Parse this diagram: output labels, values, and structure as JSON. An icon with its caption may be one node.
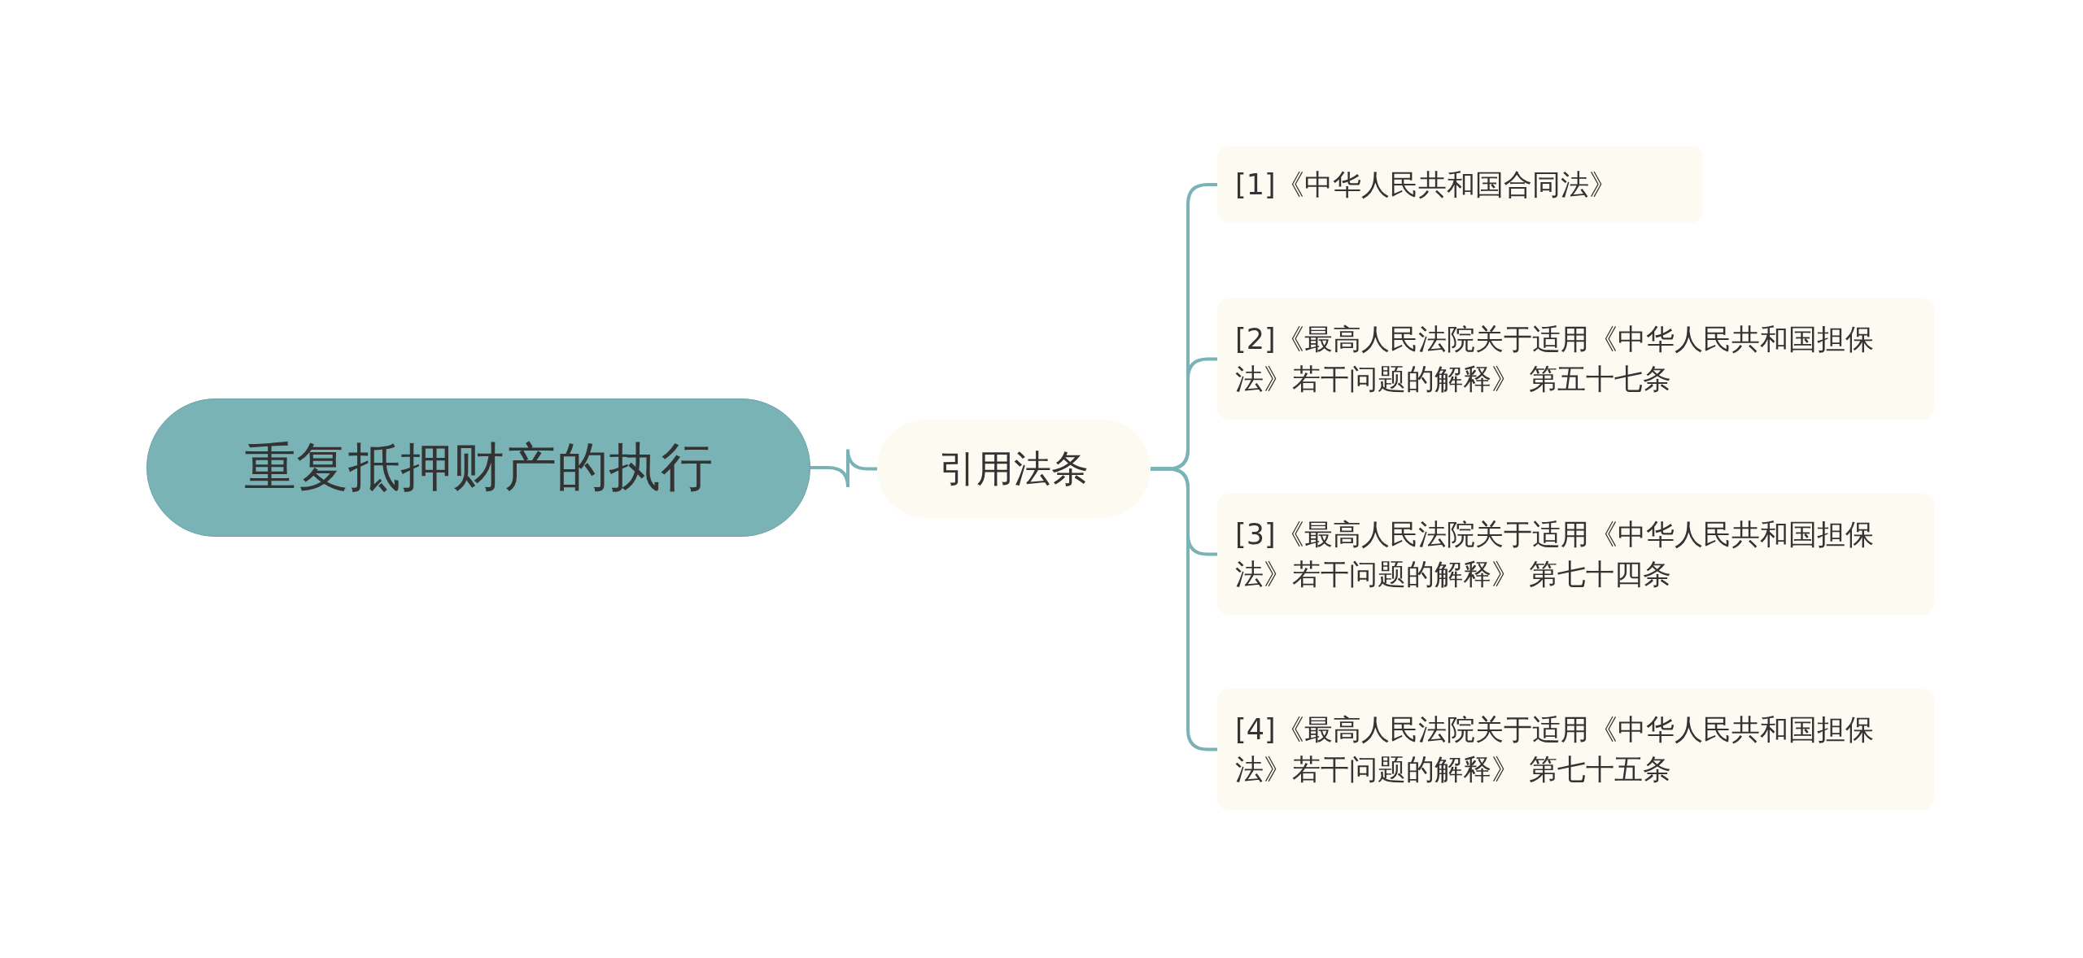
{
  "diagram": {
    "nodes": [
      {
        "text": [
          "重复抵押财产的执行"
        ]
      },
      {
        "text": [
          "引用法条"
        ]
      },
      {
        "text": [
          "[1]《中华人民共和国合同法》"
        ]
      },
      {
        "text": [
          "[2]《最高人民法院关于适用《中华人民共和国担保法》若干问题的解释》 第五十七条"
        ]
      },
      {
        "text": [
          "[3]《最高人民法院关于适用《中华人民共和国担保法》若干问题的解释》 第七十四条"
        ]
      },
      {
        "text": [
          "[4]《最高人民法院关于适用《中华人民共和国担保法》若干问题的解释》 第七十五条"
        ]
      }
    ],
    "edges": [
      {
        "from": 0,
        "to": 1,
        "arrow": "none"
      },
      {
        "from": 1,
        "to": 2,
        "arrow": "none"
      },
      {
        "from": 1,
        "to": 3,
        "arrow": "none"
      },
      {
        "from": 1,
        "to": 4,
        "arrow": "none"
      },
      {
        "from": 1,
        "to": 5,
        "arrow": "none"
      }
    ]
  }
}
